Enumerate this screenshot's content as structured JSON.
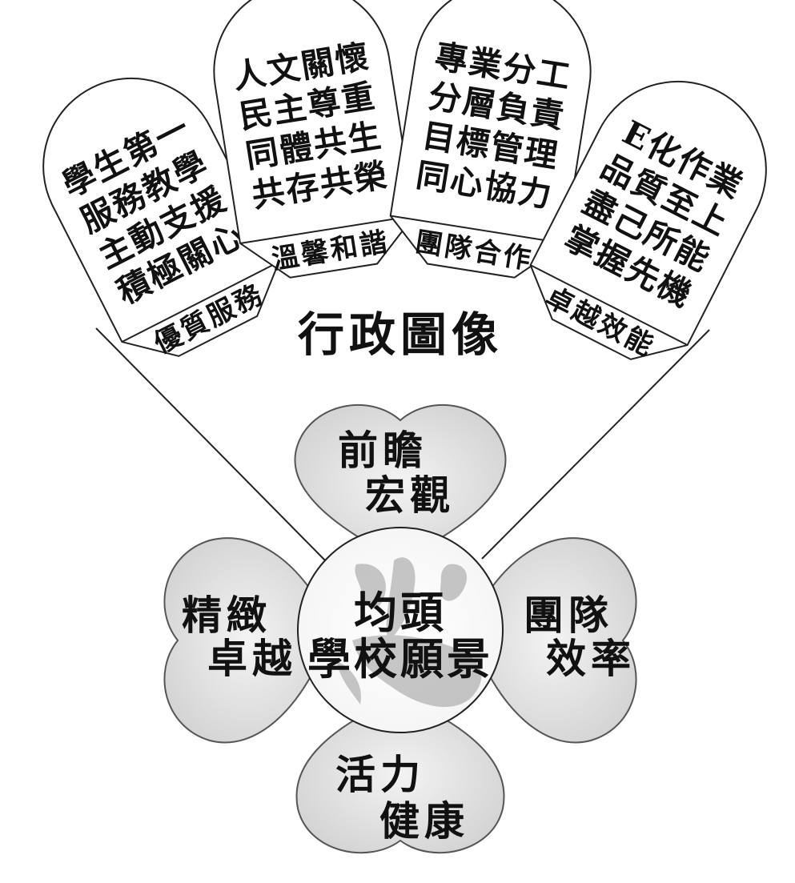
{
  "diagram_title": "行政圖像",
  "cards": [
    {
      "id": "service",
      "label": "優質服務",
      "lines": [
        "學生第一",
        "服務教學",
        "主動支援",
        "積極關心"
      ]
    },
    {
      "id": "harmony",
      "label": "溫馨和諧",
      "lines": [
        "人文關懷",
        "民主尊重",
        "同體共生",
        "共存共榮"
      ]
    },
    {
      "id": "teamwork",
      "label": "團隊合作",
      "lines": [
        "專業分工",
        "分層負責",
        "目標管理",
        "同心協力"
      ]
    },
    {
      "id": "excellence",
      "label": "卓越效能",
      "lines": [
        "E化作業",
        "品質至上",
        "盡己所能",
        "掌握先機"
      ]
    }
  ],
  "vision": {
    "center_lines": [
      "均頭",
      "學校願景"
    ],
    "petals": {
      "top": [
        "前瞻",
        "宏觀"
      ],
      "left": [
        "精緻",
        "卓越"
      ],
      "right": [
        "團隊",
        "效率"
      ],
      "bottom": [
        "活力",
        "健康"
      ]
    }
  },
  "colors": {
    "petal_fill": "#d6d6d6",
    "petal_fill_light": "#f2f2f2",
    "stroke": "#222222",
    "watermark": "#9a9a9a"
  }
}
